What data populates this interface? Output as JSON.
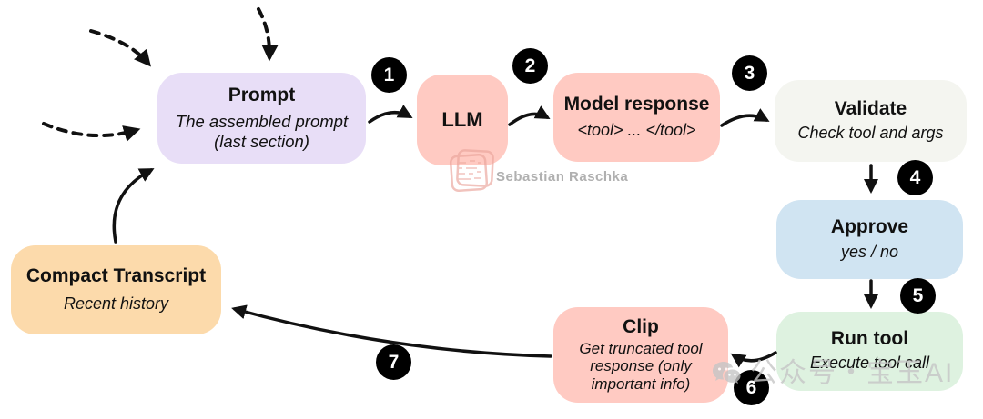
{
  "nodes": {
    "prompt": {
      "title": "Prompt",
      "subtitle": "The assembled prompt (last section)",
      "fill": "#e8def7"
    },
    "llm": {
      "title": "LLM",
      "fill": "#ffcac2"
    },
    "model_response": {
      "title": "Model response",
      "subtitle": "<tool> ... </tool>",
      "fill": "#ffcac2"
    },
    "validate": {
      "title": "Validate",
      "subtitle": "Check tool and args",
      "fill": "#f4f5f0"
    },
    "approve": {
      "title": "Approve",
      "subtitle": "yes / no",
      "fill": "#d0e4f2"
    },
    "run_tool": {
      "title": "Run tool",
      "subtitle": "Execute tool call",
      "fill": "#def2e0"
    },
    "clip": {
      "title": "Clip",
      "subtitle": "Get truncated tool response (only important info)",
      "fill": "#ffcac2"
    },
    "compact_transcript": {
      "title": "Compact Transcript",
      "subtitle": "Recent history",
      "fill": "#fcdaab"
    }
  },
  "steps": [
    "1",
    "2",
    "3",
    "4",
    "5",
    "6",
    "7"
  ],
  "watermarks": {
    "author": "Sebastian Raschka",
    "wechat": "公众号・宝玉AI"
  },
  "colors": {
    "arrow": "#111111",
    "badge_bg": "#000000",
    "badge_text": "#ffffff",
    "author_text": "#b0b0b0",
    "wechat_text": "#c6c6c6"
  }
}
